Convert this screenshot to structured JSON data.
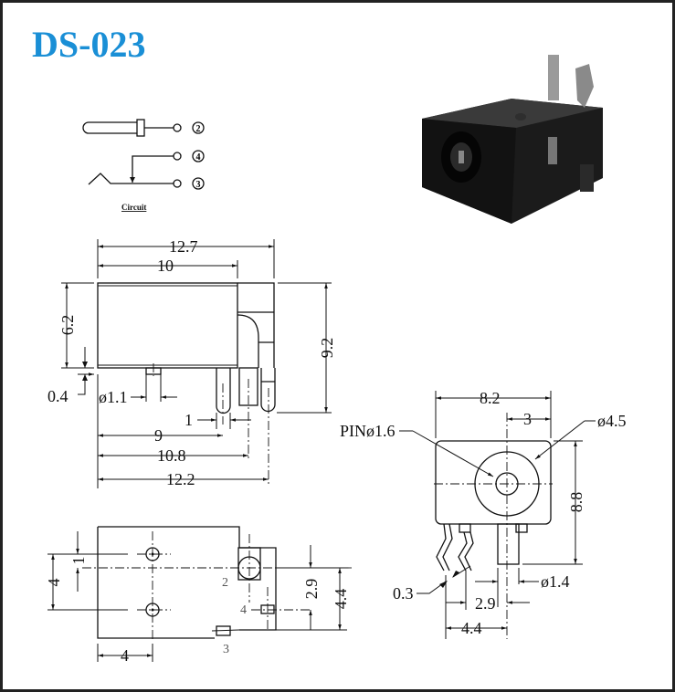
{
  "title": "DS-023",
  "circuit": {
    "label": "Circuit",
    "pins": [
      "2",
      "4",
      "3"
    ]
  },
  "side_view": {
    "dims": {
      "total_length": "12.7",
      "body_length": "10",
      "body_height": "6.2",
      "offset": "0.4",
      "tab_dia": "ø1.1",
      "pin_width": "1",
      "pin1_pos": "9",
      "pin2_pos": "10.8",
      "pin3_pos": "12.2",
      "total_height": "9.2"
    }
  },
  "front_view": {
    "dims": {
      "width": "8.2",
      "center_offset": "3",
      "outer_dia": "ø4.5",
      "pin_dia": "PINø1.6",
      "height": "8.8",
      "lead_thickness": "0.3",
      "lead_dia": "ø1.4",
      "lead_spacing_1": "2.9",
      "lead_spacing_2": "4.4"
    }
  },
  "bottom_view": {
    "dims": {
      "hole_spacing": "4",
      "center_offset": "1",
      "pin4_offset": "2.9",
      "pin3_offset": "4.4",
      "hole_from_edge": "4"
    },
    "pin_labels": [
      "2",
      "4",
      "3"
    ]
  }
}
